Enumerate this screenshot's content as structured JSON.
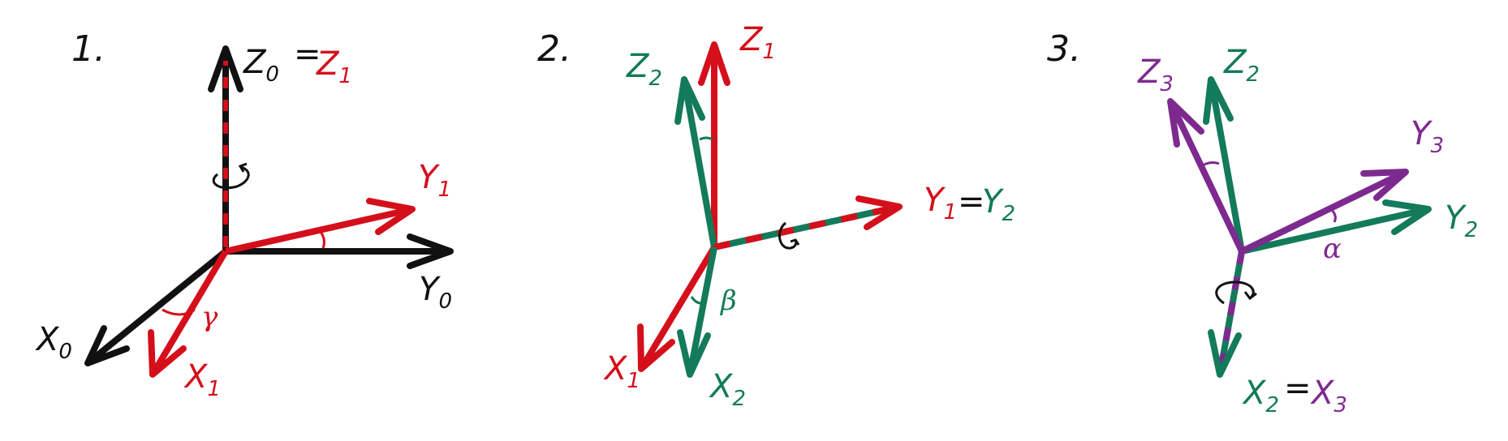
{
  "colors": {
    "black": "#111111",
    "red": "#d40f1b",
    "green": "#137a5a",
    "purple": "#7d2a8f"
  },
  "panel1": {
    "number": "1.",
    "z0": "Z",
    "z0_sub": "0",
    "equals": "=",
    "z1": "Z",
    "z1_sub": "1",
    "y1": "Y",
    "y1_sub": "1",
    "y0": "Y",
    "y0_sub": "0",
    "x0": "X",
    "x0_sub": "0",
    "x1": "X",
    "x1_sub": "1",
    "angle": "γ"
  },
  "panel2": {
    "number": "2.",
    "z2": "Z",
    "z2_sub": "2",
    "z1": "Z",
    "z1_sub": "1",
    "y1": "Y",
    "y1_sub": "1",
    "equals": "=",
    "y2": "Y",
    "y2_sub": "2",
    "x1": "X",
    "x1_sub": "1",
    "x2": "X",
    "x2_sub": "2",
    "angle": "β"
  },
  "panel3": {
    "number": "3.",
    "z3": "Z",
    "z3_sub": "3",
    "z2": "Z",
    "z2_sub": "2",
    "y3": "Y",
    "y3_sub": "3",
    "y2": "Y",
    "y2_sub": "2",
    "x2": "X",
    "x2_sub": "2",
    "equals": "=",
    "x3": "X",
    "x3_sub": "3",
    "angle": "α"
  }
}
